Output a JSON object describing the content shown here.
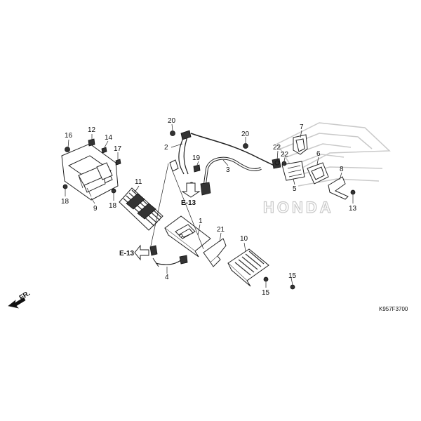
{
  "watermark": {
    "brand": "HONDA"
  },
  "callouts": {
    "c1": "1",
    "c2": "2",
    "c3": "3",
    "c4": "4",
    "c5": "5",
    "c6": "6",
    "c7": "7",
    "c8": "8",
    "c9": "9",
    "c10": "10",
    "c11": "11",
    "c12": "12",
    "c13": "13",
    "c14": "14",
    "c15a": "15",
    "c15b": "15",
    "c16": "16",
    "c17": "17",
    "c18a": "18",
    "c18b": "18",
    "c19": "19",
    "c20a": "20",
    "c20b": "20",
    "c21": "21",
    "c22a": "22",
    "c22b": "22"
  },
  "references": {
    "ref_top": "E-13",
    "ref_left": "E-13"
  },
  "front_label": "FR.",
  "diagram_code": "K957F3700",
  "icons": {
    "front_arrow": "front-direction-arrow-icon",
    "ref_arrow": "reference-arrow-icon"
  }
}
